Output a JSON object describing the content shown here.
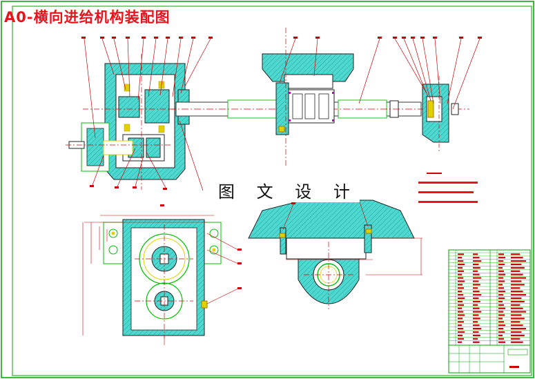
{
  "drawing": {
    "title": "A0-横向进给机构装配图",
    "watermark": "图 文 设 计"
  },
  "colors": {
    "frame": "#00a000",
    "part_fill": "#4fd8cf",
    "hatch": "#00b8b0",
    "outline": "#222222",
    "dimension": "#cc0000",
    "leader": "#cc0000",
    "centerline": "#d00000",
    "yellow_line": "#e0d000",
    "green_line": "#00c000",
    "magenta": "#c000c0",
    "title_red": "#e8141c"
  },
  "views": [
    {
      "id": "top-left-gearbox-section"
    },
    {
      "id": "top-screw-nut-section"
    },
    {
      "id": "top-right-bearing-support"
    },
    {
      "id": "bottom-left-gearbox-side-view"
    },
    {
      "id": "bottom-middle-saddle-section"
    }
  ],
  "icons": {
    "tech_requirements_bars": "red-bars-icon"
  }
}
